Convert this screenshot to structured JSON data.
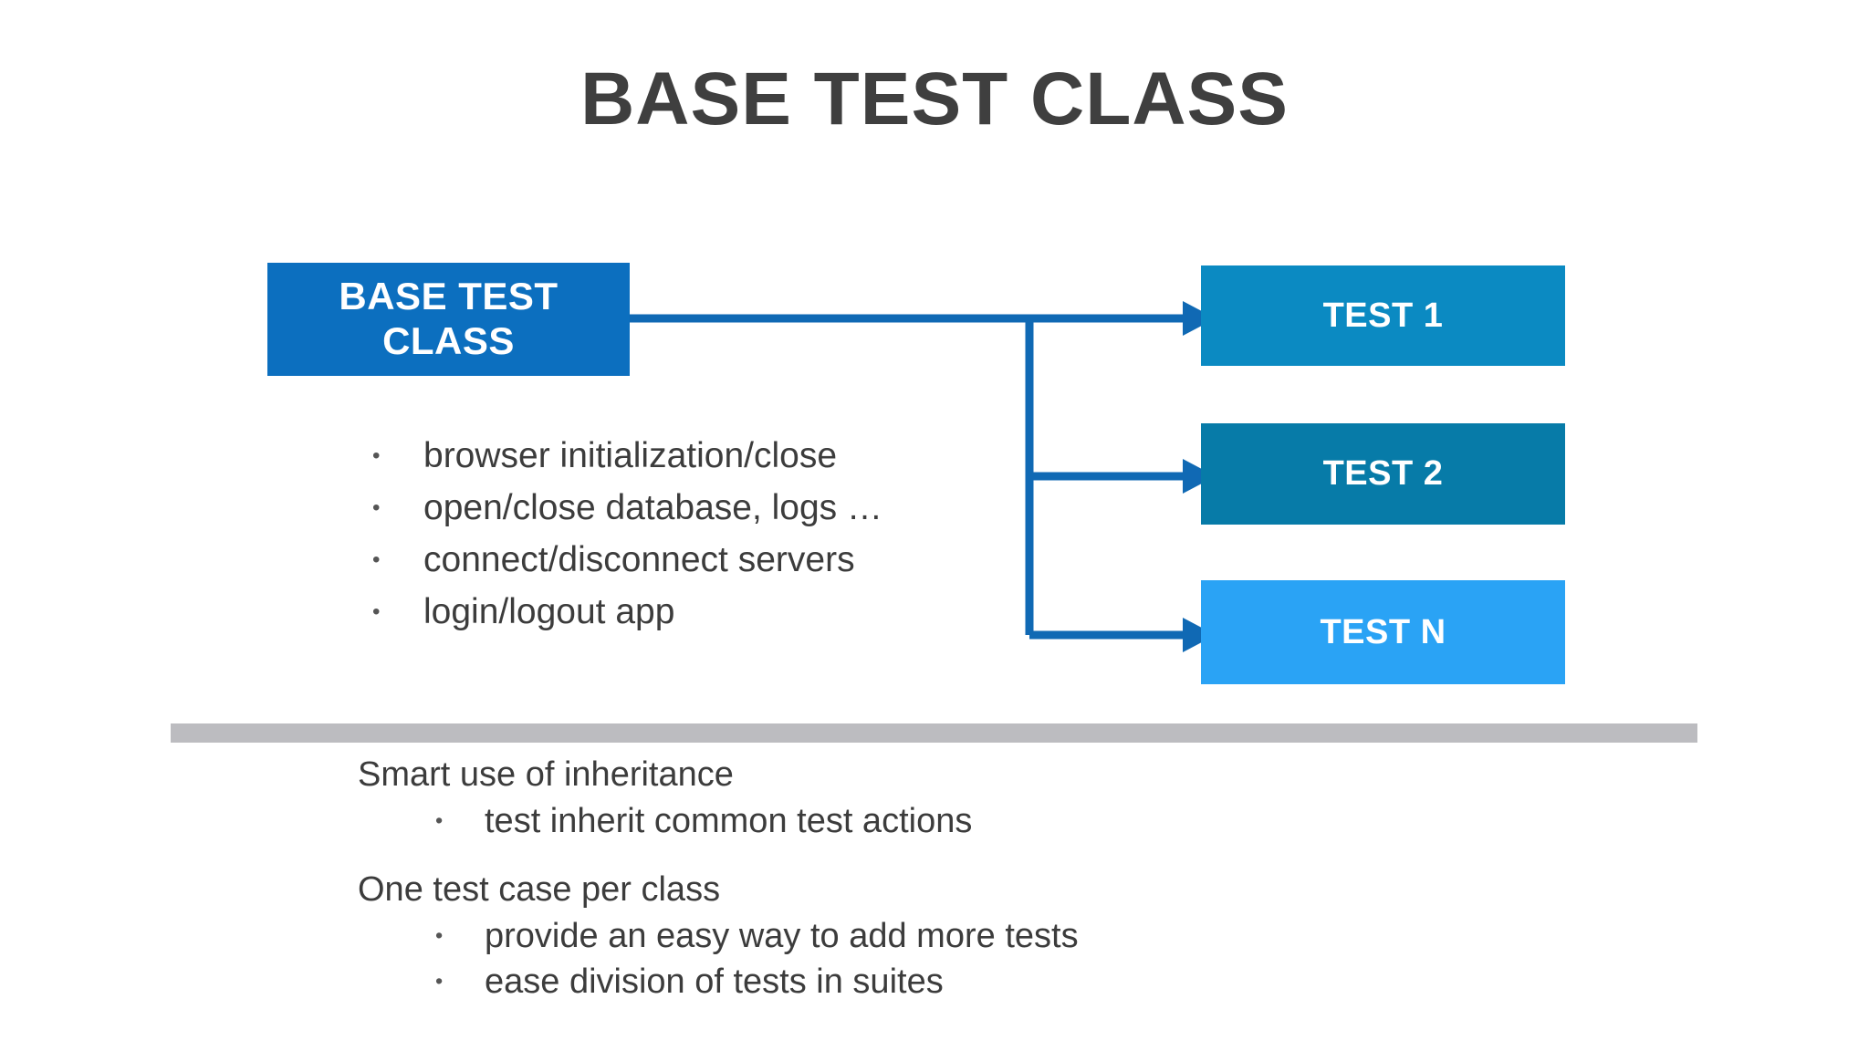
{
  "slide": {
    "title": "BASE TEST CLASS",
    "background_color": "#ffffff",
    "title_color": "#3f3f3f"
  },
  "diagram": {
    "source_node": {
      "label_line1": "BASE TEST",
      "label_line2": "CLASS",
      "color": "#0c6fbf"
    },
    "target_nodes": [
      {
        "label": "TEST 1",
        "color": "#0b8ac2"
      },
      {
        "label": "TEST 2",
        "color": "#077ba8"
      },
      {
        "label": "TEST N",
        "color": "#2aa3f5"
      }
    ],
    "connector_color": "#1069b4",
    "arrow_count": 3
  },
  "features": {
    "bullet_glyph": "•",
    "items": [
      "browser initialization/close",
      "open/close database, logs …",
      "connect/disconnect servers",
      "login/logout app"
    ]
  },
  "divider": {
    "color": "#bcbcc0"
  },
  "notes": {
    "bullet_glyph": "•",
    "groups": [
      {
        "heading": "Smart use of inheritance",
        "items": [
          "test inherit common test actions"
        ]
      },
      {
        "heading": "One test case per class",
        "items": [
          "provide an easy way to add more tests",
          "ease division of tests in suites"
        ]
      }
    ]
  }
}
